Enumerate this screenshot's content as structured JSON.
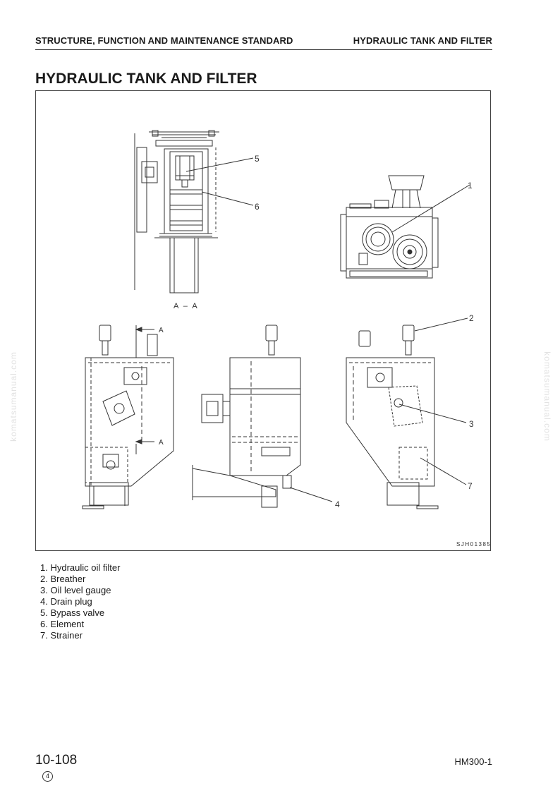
{
  "header": {
    "left": "STRUCTURE, FUNCTION AND MAINTENANCE STANDARD",
    "right": "HYDRAULIC TANK AND FILTER"
  },
  "title": "HYDRAULIC TANK AND FILTER",
  "figure": {
    "section_label": "A – A",
    "section_mark_top": "A",
    "section_mark_bottom": "A",
    "callouts": [
      "1",
      "2",
      "3",
      "4",
      "5",
      "6",
      "7"
    ],
    "drawing_code": "SJH01385"
  },
  "legend": [
    "1.  Hydraulic oil filter",
    "2.  Breather",
    "3.  Oil level gauge",
    "4.  Drain plug",
    "5.  Bypass valve",
    "6.  Element",
    "7.  Strainer"
  ],
  "footer": {
    "page": "10-108",
    "model": "HM300-1",
    "revision": "4"
  },
  "watermark": "komatsumanual.com"
}
